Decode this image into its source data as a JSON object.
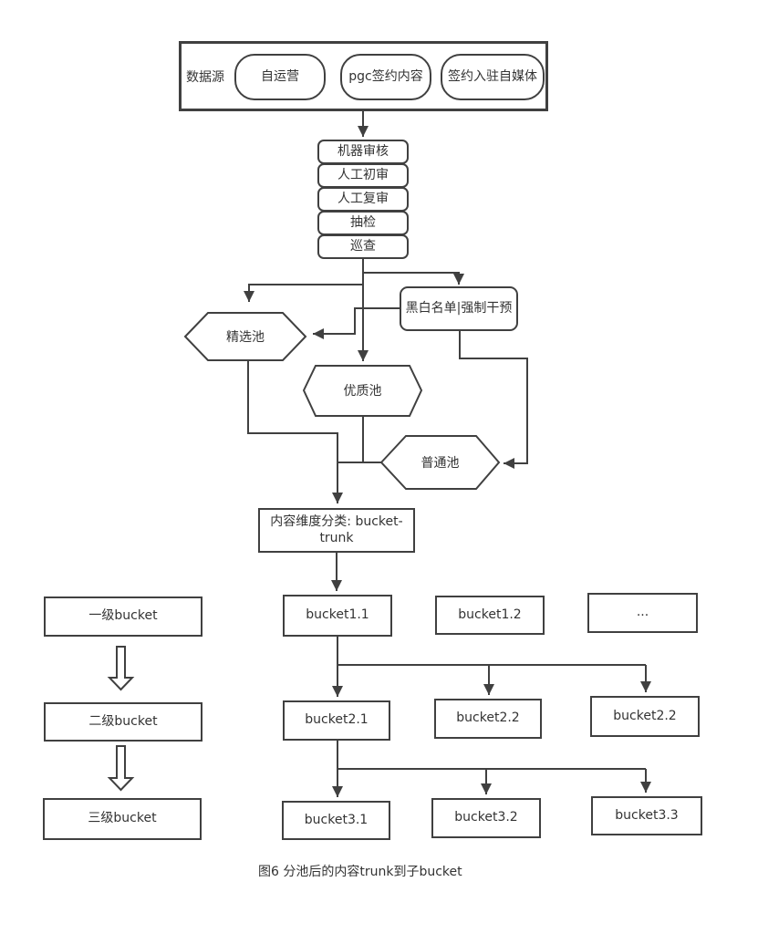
{
  "colors": {
    "line": "#404040",
    "border": "#404040",
    "text": "#333333",
    "background": "#ffffff"
  },
  "source": {
    "label": "数据源",
    "channels": [
      "自运营",
      "pgc签约内容",
      "签约入驻自媒体"
    ]
  },
  "review_steps": [
    "机器审核",
    "人工初审",
    "人工复审",
    "抽检",
    "巡查"
  ],
  "pools": {
    "featured": "精选池",
    "premium": "优质池",
    "normal": "普通池"
  },
  "intervention_label": "黑白名单|强制干预",
  "trunk_label": "内容维度分类: bucket-trunk",
  "level_boxes": [
    "一级bucket",
    "二级bucket",
    "三级bucket"
  ],
  "bucket_rows": {
    "row1": [
      "bucket1.1",
      "bucket1.2",
      "..."
    ],
    "row2": [
      "bucket2.1",
      "bucket2.2",
      "bucket2.2"
    ],
    "row3": [
      "bucket3.1",
      "bucket3.2",
      "bucket3.3"
    ]
  },
  "caption": "图6 分池后的内容trunk到子bucket"
}
